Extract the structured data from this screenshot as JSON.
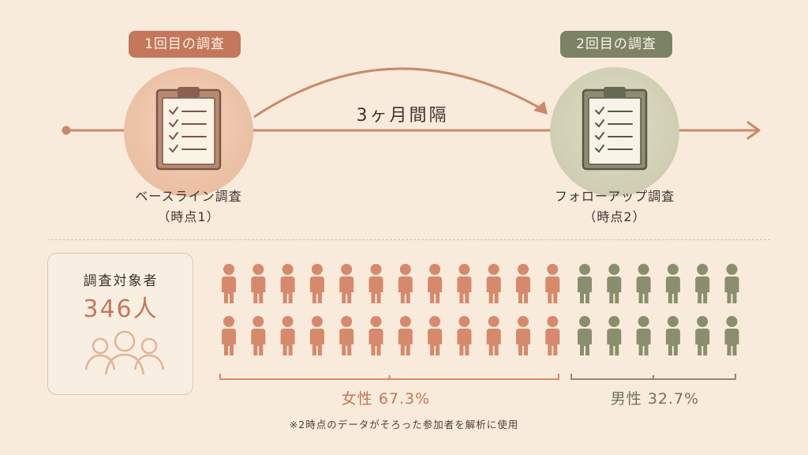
{
  "survey1_badge": "1回目の調査",
  "survey2_badge": "2回目の調査",
  "interval_label": "3ヶ月間隔",
  "baseline": {
    "name": "ベースライン調査",
    "timepoint": "（時点1）"
  },
  "followup": {
    "name": "フォローアップ調査",
    "timepoint": "（時点2）"
  },
  "summary": {
    "title": "調査対象者",
    "count": "346人"
  },
  "female_label": "女性 67.3%",
  "male_label": "男性 32.7%",
  "note": "※2時点のデータがそろった参加者を解析に使用",
  "icons": {
    "clipboard": "clipboard-icon",
    "person": "person-icon",
    "group": "group-icon"
  },
  "colors": {
    "female": "#d7896b",
    "male": "#8a8e6e",
    "timeline": "#c98a6a",
    "badge1": "#c4775a",
    "badge2": "#7c8264"
  },
  "chart_data": {
    "type": "pictogram",
    "series": [
      {
        "name": "女性",
        "percent": 67.3,
        "icons": 24
      },
      {
        "name": "男性",
        "percent": 32.7,
        "icons": 12
      }
    ],
    "total": 346
  }
}
